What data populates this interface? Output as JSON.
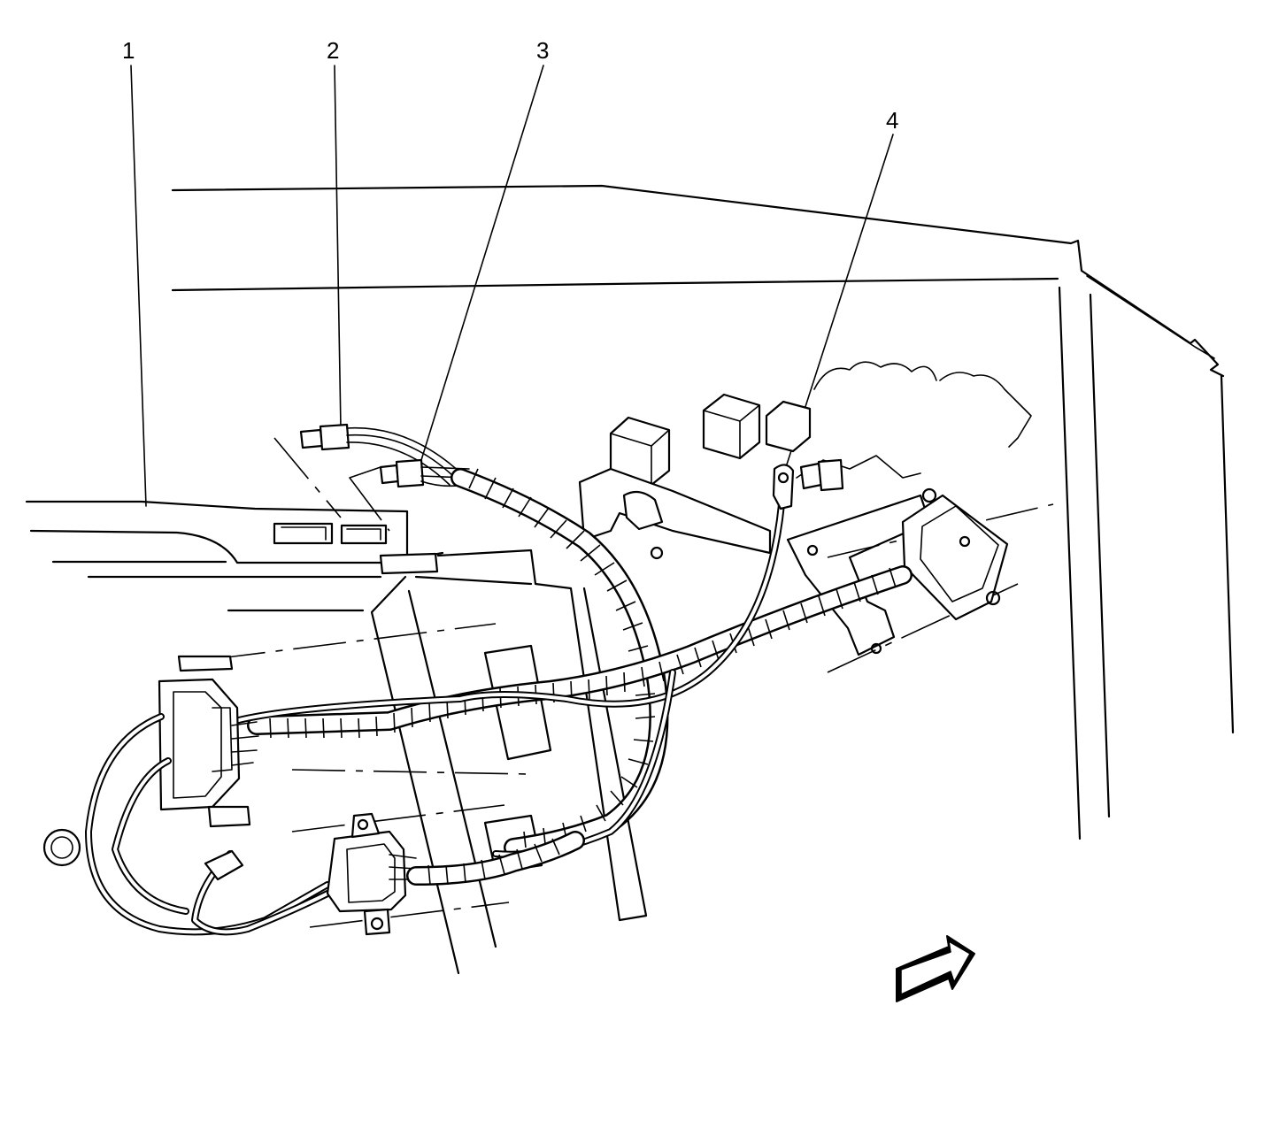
{
  "callouts": [
    {
      "id": "1",
      "label": "1"
    },
    {
      "id": "2",
      "label": "2"
    },
    {
      "id": "3",
      "label": "3"
    },
    {
      "id": "4",
      "label": "4"
    }
  ],
  "view_arrow": {
    "icon": "view-direction-arrow-icon"
  }
}
